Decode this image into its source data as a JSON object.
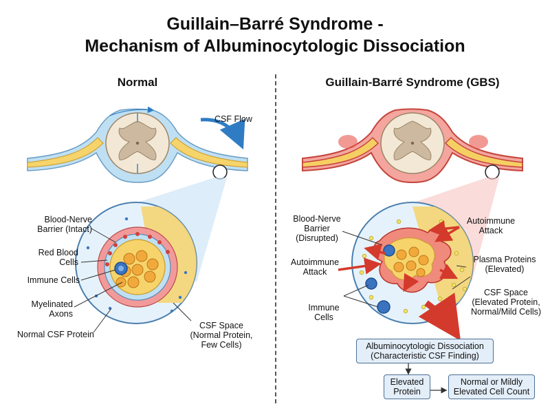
{
  "title": {
    "line1": "Guillain–Barré Syndrome -",
    "line2": "Mechanism of Albuminocytologic Dissociation"
  },
  "normal": {
    "heading": "Normal",
    "csf_flow": "CSF Flow",
    "labels": {
      "barrier_l1": "Blood-Nerve",
      "barrier_l2": "Barrier (Intact)",
      "rbc_l1": "Red Blood",
      "rbc_l2": "Cells",
      "immune": "Immune Cells",
      "axons_l1": "Myelinated",
      "axons_l2": "Axons",
      "protein": "Normal CSF Protein",
      "csf_l1": "CSF Space",
      "csf_l2": "(Normal Protein,",
      "csf_l3": "Few Cells)"
    }
  },
  "gbs": {
    "heading": "Guillain-Barré Syndrome (GBS)",
    "labels": {
      "barrier_l1": "Blood-Nerve",
      "barrier_l2": "Barrier",
      "barrier_l3": "(Disrupted)",
      "auto_right_l1": "Autoimmune",
      "auto_right_l2": "Attack",
      "auto_left_l1": "Autoimmune",
      "auto_left_l2": "Attack",
      "plasma_l1": "Plasma Proteins",
      "plasma_l2": "(Elevated)",
      "immune_l1": "Immune",
      "immune_l2": "Cells",
      "csf_l1": "CSF Space",
      "csf_l2": "(Elevated Protein,",
      "csf_l3": "Normal/Mild Cells)"
    },
    "flow": {
      "main_l1": "Albuminocytologic Dissociation",
      "main_l2": "(Characteristic CSF Finding)",
      "left_l1": "Elevated",
      "left_l2": "Protein",
      "right_l1": "Normal or Mildly",
      "right_l2": "Elevated Cell Count"
    }
  },
  "colors": {
    "csf_blue": "#bfe0f3",
    "nerve_yellow": "#f6d46b",
    "inflamed_red": "#d9413a",
    "grey_matter": "#cdb9a0",
    "white_matter": "#f3e8d6",
    "arrow_red": "#d33a2c",
    "arrow_blue": "#2f7cc4"
  }
}
